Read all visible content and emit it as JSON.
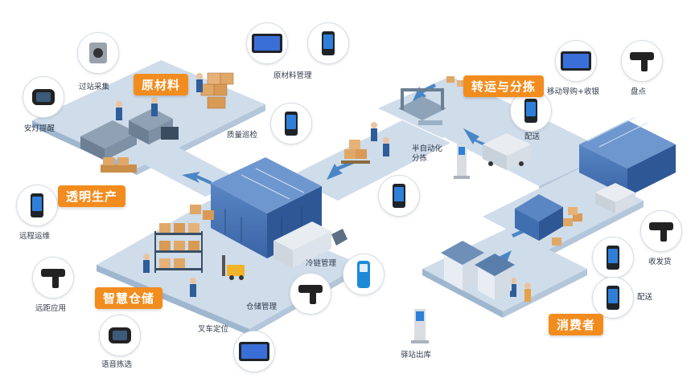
{
  "stages": {
    "raw_materials": "原材料",
    "transparent_production": "透明生产",
    "smart_warehouse": "智慧仓储",
    "transport_sorting": "转运与分拣",
    "consumer": "消费者"
  },
  "labels": {
    "station_collection": "过站采集",
    "andon": "安灯提醒",
    "material_mgmt": "原材料管理",
    "quality_inspection": "质量巡检",
    "remote_maintenance": "远程运维",
    "long_range": "远距应用",
    "voice_picking": "语音拣选",
    "forklift_positioning": "叉车定位",
    "warehouse_mgmt": "仓储管理",
    "cold_chain": "冷链管理",
    "semi_auto_sorting": "半自动化\n分拣",
    "delivery_1": "配送",
    "mobile_guide_checkout": "移动导购+收银",
    "inventory": "盘点",
    "send_receive": "收发货",
    "delivery_2": "配送",
    "station_outbound": "驿站出库"
  },
  "colors": {
    "badge": "#f28c1e",
    "platform_top": "#cfdcea",
    "platform_side": "#9fb6cf",
    "building": "#3f6fb0",
    "arrow": "#4a86c5"
  }
}
